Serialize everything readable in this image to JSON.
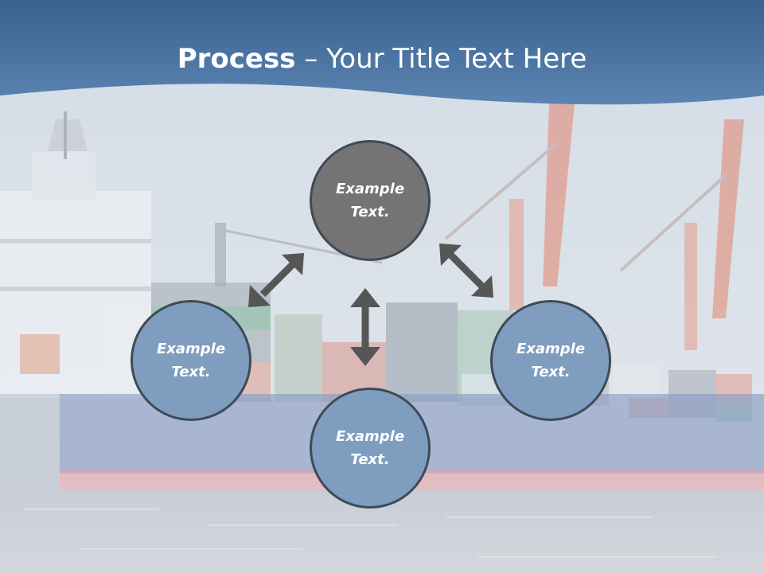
{
  "header": {
    "title_bold": "Process",
    "title_rest": " – Your Title Text Here",
    "band_color": "#4f78a6"
  },
  "background": {
    "description_icon": "container-ship-port-photo"
  },
  "diagram": {
    "nodes": [
      {
        "id": "top",
        "label": "Example Text.",
        "color": "#747474"
      },
      {
        "id": "left",
        "label": "Example Text.",
        "color": "#7f9dbf"
      },
      {
        "id": "right",
        "label": "Example Text.",
        "color": "#7f9dbf"
      },
      {
        "id": "bottom",
        "label": "Example Text.",
        "color": "#7f9dbf"
      }
    ],
    "arrow_color": "#565656"
  }
}
